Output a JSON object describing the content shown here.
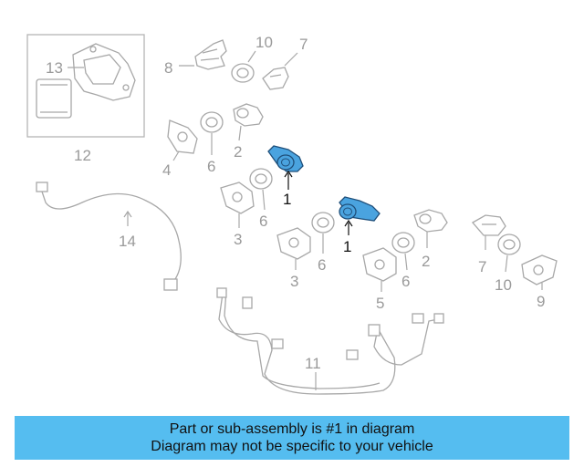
{
  "callouts": {
    "c1a": "1",
    "c1b": "1",
    "c2a": "2",
    "c2b": "2",
    "c3a": "3",
    "c3b": "3",
    "c4": "4",
    "c5": "5",
    "c6a": "6",
    "c6b": "6",
    "c6c": "6",
    "c6d": "6",
    "c7a": "7",
    "c7b": "7",
    "c8": "8",
    "c9": "9",
    "c10a": "10",
    "c10b": "10",
    "c11": "11",
    "c12": "12",
    "c13": "13",
    "c14": "14"
  },
  "banner": {
    "line1": "Part or sub-assembly is #1 in diagram",
    "line2": "Diagram may not be specific to your vehicle"
  },
  "colors": {
    "highlight": "#4aa3df",
    "banner": "#55bdf0",
    "line": "#a8a8a8"
  }
}
